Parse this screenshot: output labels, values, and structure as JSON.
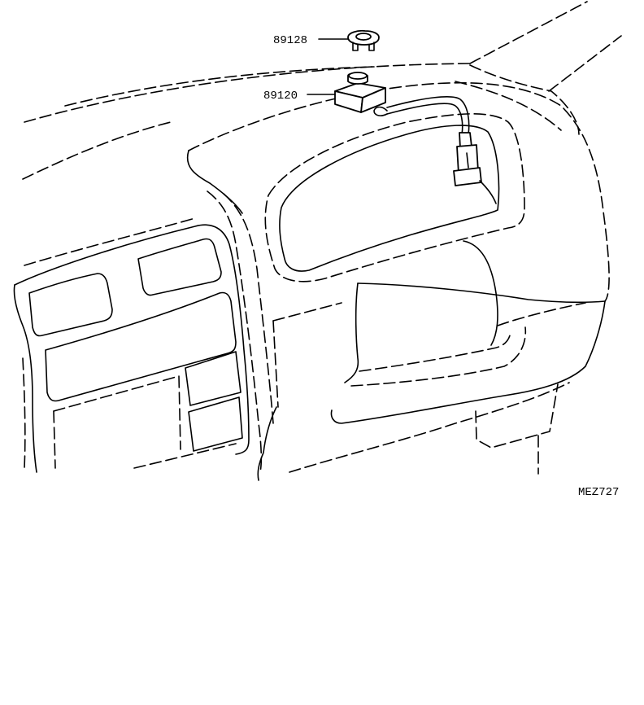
{
  "parts": [
    {
      "id": "clip",
      "label": "89128"
    },
    {
      "id": "sensor",
      "label": "89120"
    }
  ],
  "diagram_code": "MEZ727",
  "colors": {
    "line": "#000000",
    "background": "#ffffff"
  }
}
